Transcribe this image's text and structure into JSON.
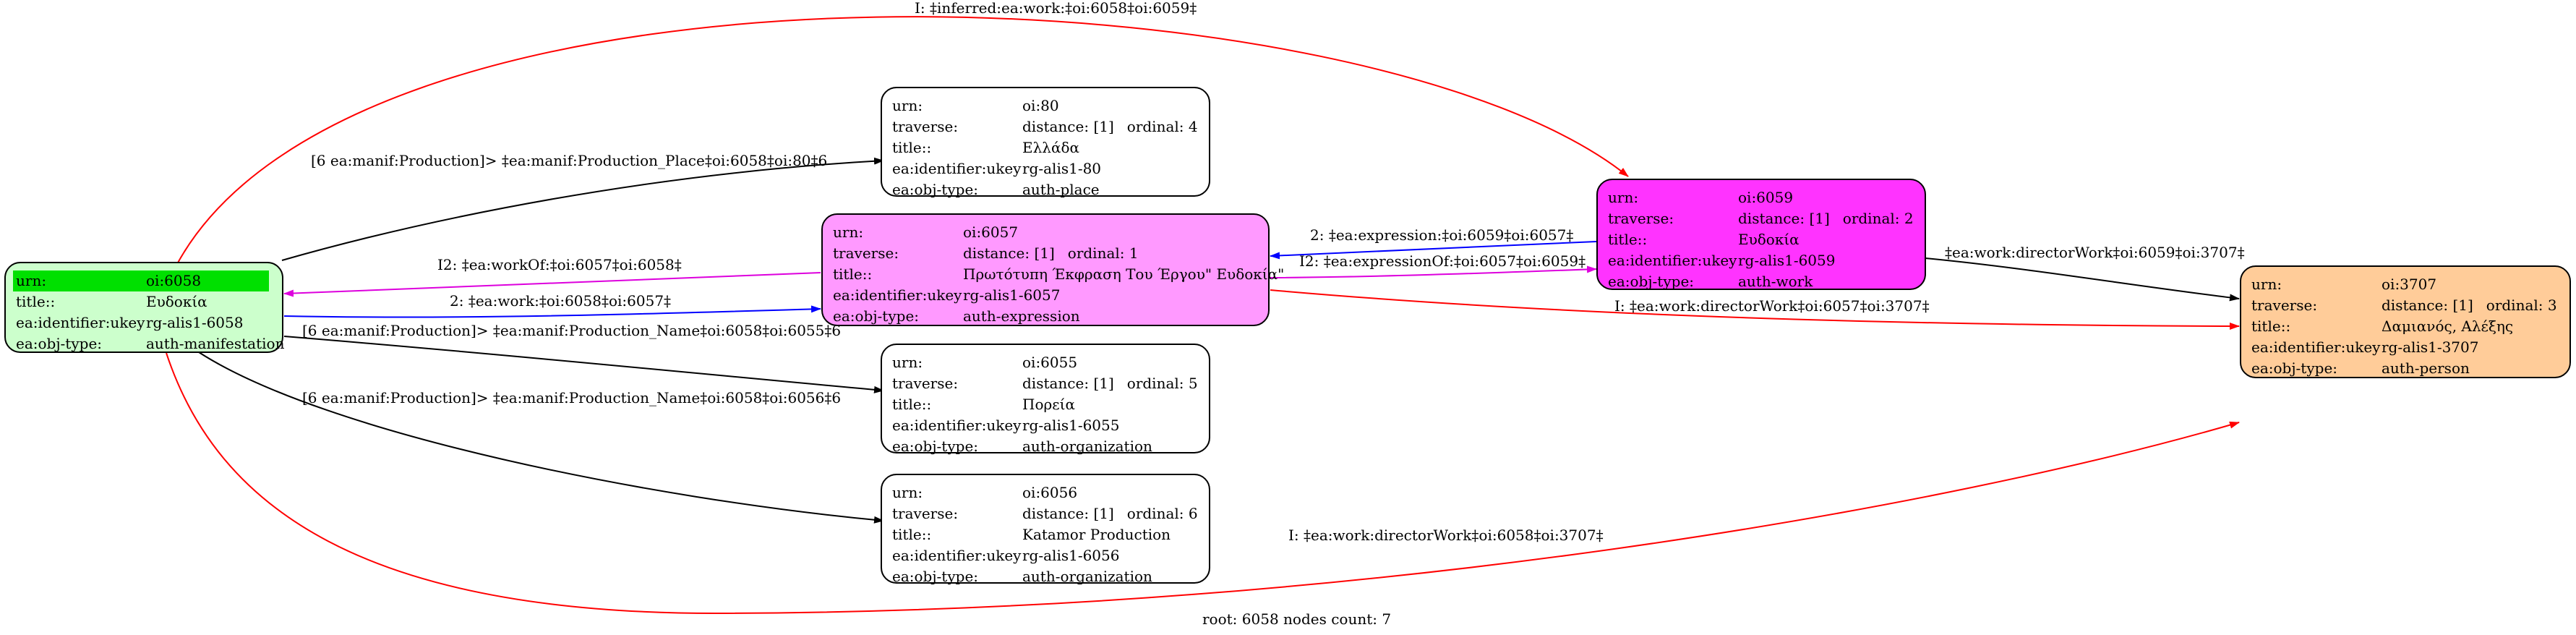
{
  "nodes": {
    "n6058": {
      "fill": "#ccffcc",
      "rows": [
        {
          "k": "urn:",
          "v": "oi:6058"
        },
        {
          "k": "title::",
          "v": "Ευδοκία"
        },
        {
          "k": "ea:identifier:ukey",
          "v": "rg-alis1-6058"
        },
        {
          "k": "ea:obj-type:",
          "v": "auth-manifestation"
        }
      ],
      "highlight_color": "#00e000"
    },
    "n80": {
      "fill": "#ffffff",
      "rows": [
        {
          "k": "urn:",
          "v": "oi:80"
        },
        {
          "k": "traverse:",
          "v": "distance: [1]",
          "v2": "ordinal: 4"
        },
        {
          "k": "title::",
          "v": "Ελλάδα"
        },
        {
          "k": "ea:identifier:ukey",
          "v": "rg-alis1-80"
        },
        {
          "k": "ea:obj-type:",
          "v": "auth-place"
        }
      ]
    },
    "n6057": {
      "fill": "#ff99ff",
      "rows": [
        {
          "k": "urn:",
          "v": "oi:6057"
        },
        {
          "k": "traverse:",
          "v": "distance: [1]",
          "v2": "ordinal: 1"
        },
        {
          "k": "title::",
          "v": "Πρωτότυπη Έκφραση Του Έργου\" Ευδοκία\""
        },
        {
          "k": "ea:identifier:ukey",
          "v": "rg-alis1-6057"
        },
        {
          "k": "ea:obj-type:",
          "v": "auth-expression"
        }
      ]
    },
    "n6055": {
      "fill": "#ffffff",
      "rows": [
        {
          "k": "urn:",
          "v": "oi:6055"
        },
        {
          "k": "traverse:",
          "v": "distance: [1]",
          "v2": "ordinal: 5"
        },
        {
          "k": "title::",
          "v": "Πορεία"
        },
        {
          "k": "ea:identifier:ukey",
          "v": "rg-alis1-6055"
        },
        {
          "k": "ea:obj-type:",
          "v": "auth-organization"
        }
      ]
    },
    "n6056": {
      "fill": "#ffffff",
      "rows": [
        {
          "k": "urn:",
          "v": "oi:6056"
        },
        {
          "k": "traverse:",
          "v": "distance: [1]",
          "v2": "ordinal: 6"
        },
        {
          "k": "title::",
          "v": "Katamor Production"
        },
        {
          "k": "ea:identifier:ukey",
          "v": "rg-alis1-6056"
        },
        {
          "k": "ea:obj-type:",
          "v": "auth-organization"
        }
      ]
    },
    "n6059": {
      "fill": "#ff33ff",
      "rows": [
        {
          "k": "urn:",
          "v": "oi:6059"
        },
        {
          "k": "traverse:",
          "v": "distance: [1]",
          "v2": "ordinal: 2"
        },
        {
          "k": "title::",
          "v": "Ευδοκία"
        },
        {
          "k": "ea:identifier:ukey",
          "v": "rg-alis1-6059"
        },
        {
          "k": "ea:obj-type:",
          "v": "auth-work"
        }
      ]
    },
    "n3707": {
      "fill": "#ffcc99",
      "rows": [
        {
          "k": "urn:",
          "v": "oi:3707"
        },
        {
          "k": "traverse:",
          "v": "distance: [1]",
          "v2": "ordinal: 3"
        },
        {
          "k": "title::",
          "v": "Δαμιανός, Αλέξης"
        },
        {
          "k": "ea:identifier:ukey",
          "v": "rg-alis1-3707"
        },
        {
          "k": "ea:obj-type:",
          "v": "auth-person"
        }
      ]
    }
  },
  "edges": {
    "e_inferred_work": {
      "label": "I: ‡inferred:ea:work:‡oi:6058‡oi:6059‡",
      "color": "#ff0000"
    },
    "e_place": {
      "label": "[6 ea:manif:Production]> ‡ea:manif:Production_Place‡oi:6058‡oi:80‡6",
      "color": "#000000"
    },
    "e_workof": {
      "label": "I2: ‡ea:workOf:‡oi:6057‡oi:6058‡",
      "color": "#dd00dd"
    },
    "e_work": {
      "label": "2: ‡ea:work:‡oi:6058‡oi:6057‡",
      "color": "#0000ff"
    },
    "e_name6055": {
      "label": "[6 ea:manif:Production]> ‡ea:manif:Production_Name‡oi:6058‡oi:6055‡6",
      "color": "#000000"
    },
    "e_name6056": {
      "label": "[6 ea:manif:Production]> ‡ea:manif:Production_Name‡oi:6058‡oi:6056‡6",
      "color": "#000000"
    },
    "e_expression": {
      "label": "2: ‡ea:expression:‡oi:6059‡oi:6057‡",
      "color": "#0000ff"
    },
    "e_expressionof": {
      "label": "I2: ‡ea:expressionOf:‡oi:6057‡oi:6059‡",
      "color": "#dd00dd"
    },
    "e_director_work": {
      "label": "‡ea:work:directorWork‡oi:6059‡oi:3707‡",
      "color": "#000000"
    },
    "e_director_expr": {
      "label": "I: ‡ea:work:directorWork‡oi:6057‡oi:3707‡",
      "color": "#ff0000"
    },
    "e_director_manif": {
      "label": "I: ‡ea:work:directorWork‡oi:6058‡oi:3707‡",
      "color": "#ff0000"
    }
  },
  "caption": "root: 6058 nodes count: 7"
}
